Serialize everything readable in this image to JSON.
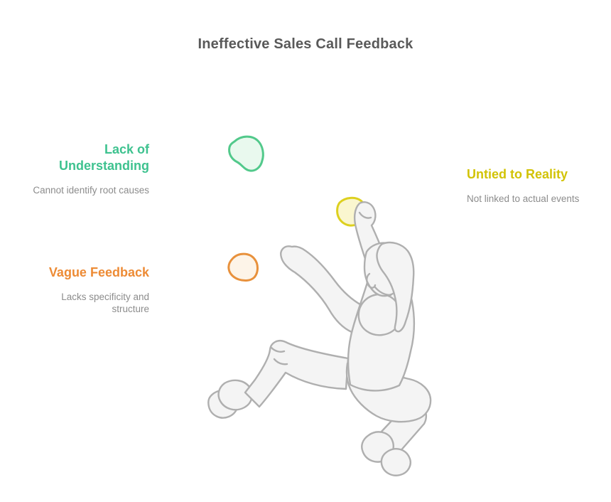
{
  "title": "Ineffective Sales Call Feedback",
  "items": [
    {
      "id": "lack-of-understanding",
      "label": "Lack of Understanding",
      "description": "Cannot identify root causes",
      "accent_color": "#3EC28F",
      "hold_icon": "climbing-hold-green"
    },
    {
      "id": "vague-feedback",
      "label": "Vague Feedback",
      "description": "Lacks specificity and structure",
      "accent_color": "#ED8B35",
      "hold_icon": "climbing-hold-orange"
    },
    {
      "id": "untied-to-reality",
      "label": "Untied to Reality",
      "description": "Not linked to actual events",
      "accent_color": "#D2C306",
      "hold_icon": "climbing-hold-yellow"
    }
  ],
  "illustration": {
    "figure": "rock-climber",
    "figure_fill": "#F4F4F4",
    "figure_stroke": "#AFAFAF",
    "holds": [
      {
        "name": "climbing-hold-green",
        "fill": "#E9F9EE",
        "stroke": "#52C98B"
      },
      {
        "name": "climbing-hold-orange",
        "fill": "#FDF4E8",
        "stroke": "#E8913C"
      },
      {
        "name": "climbing-hold-yellow",
        "fill": "#FAF6CF",
        "stroke": "#DDD01F"
      }
    ]
  },
  "text_colors": {
    "title": "#595959",
    "description": "#8C8C8C"
  }
}
